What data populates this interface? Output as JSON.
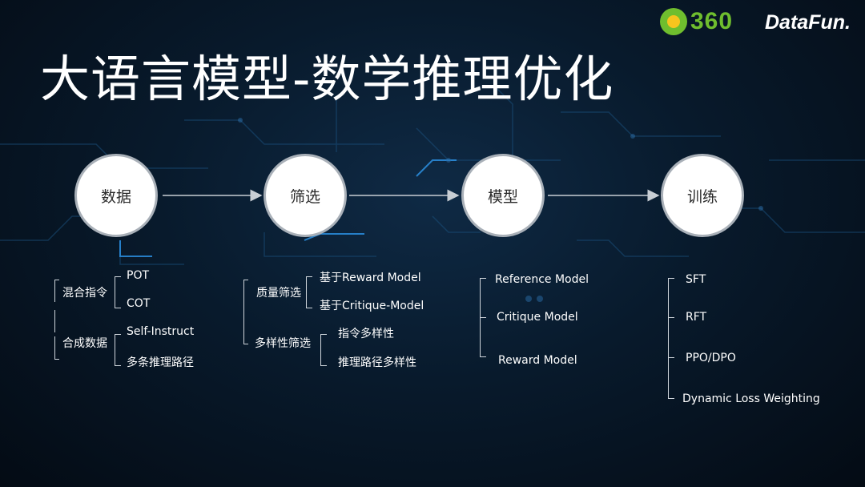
{
  "title": "大语言模型-数学推理优化",
  "logos": {
    "brand360": "360",
    "datafun": "DataFun."
  },
  "flow": {
    "nodes": [
      "数据",
      "筛选",
      "模型",
      "训练"
    ]
  },
  "data_col": {
    "groups": [
      {
        "label": "混合指令",
        "items": [
          "POT",
          "COT"
        ]
      },
      {
        "label": "合成数据",
        "items": [
          "Self-Instruct",
          "多条推理路径"
        ]
      }
    ]
  },
  "filter_col": {
    "groups": [
      {
        "label": "质量筛选",
        "items": [
          "基于Reward Model",
          "基于Critique-Model"
        ]
      },
      {
        "label": "多样性筛选",
        "items": [
          "指令多样性",
          "推理路径多样性"
        ]
      }
    ]
  },
  "model_col": {
    "items": [
      "Reference Model",
      "Critique Model",
      "Reward Model"
    ]
  },
  "train_col": {
    "items": [
      "SFT",
      "RFT",
      "PPO/DPO",
      "Dynamic Loss Weighting"
    ]
  },
  "colors": {
    "accent": "#1f7fd0",
    "node_border": "#a9b0b8",
    "logo_green": "#6fbe2e",
    "logo_yellow": "#f7c51e"
  }
}
